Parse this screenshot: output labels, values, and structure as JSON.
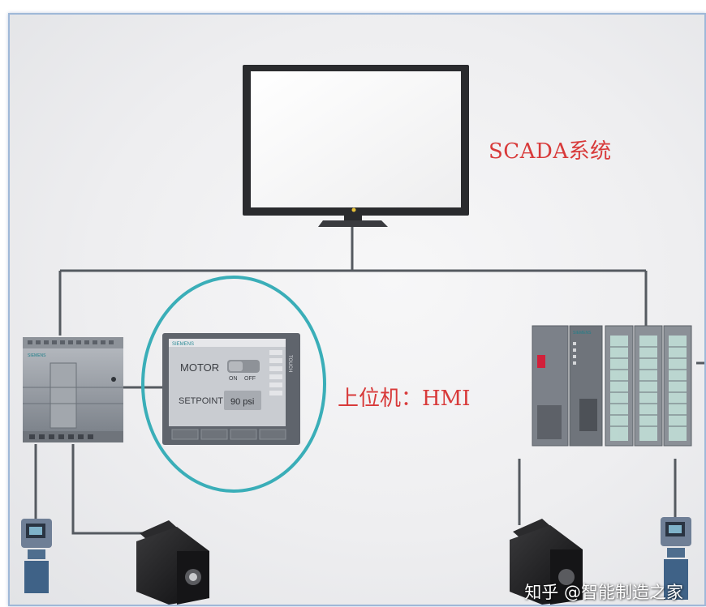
{
  "labels": {
    "scada": "SCADA系统",
    "hmi": "上位机：HMI"
  },
  "hmi_panel": {
    "brand": "SIEMENS",
    "side_text": "TOUCH",
    "motor_label": "MOTOR",
    "on_label": "ON",
    "off_label": "OFF",
    "setpoint_label": "SETPOINT",
    "setpoint_value": "90 psi"
  },
  "plc": {
    "brand": "SIEMENS"
  },
  "watermark": "知乎 @智能制造之家",
  "colors": {
    "label_red": "#d83a3a",
    "hmi_circle": "#3aaeb8",
    "link_line": "#555a60"
  }
}
